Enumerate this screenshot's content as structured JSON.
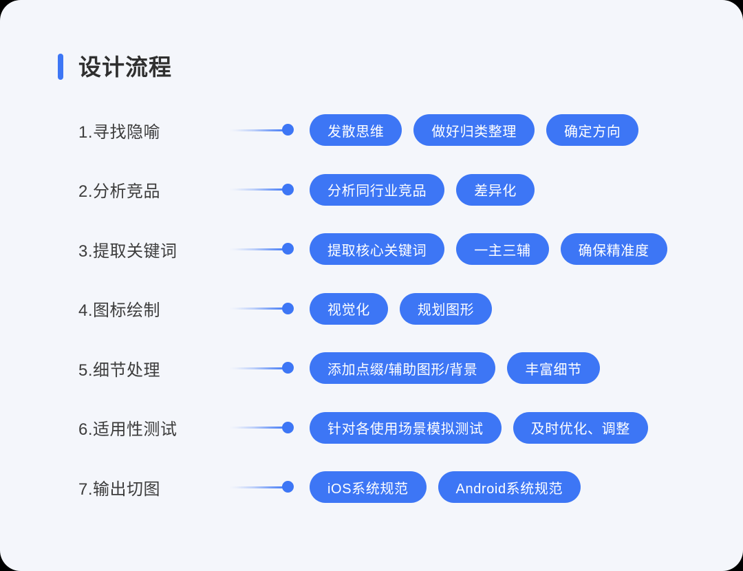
{
  "header": {
    "title": "设计流程",
    "accent_color": "#3d76f5"
  },
  "theme": {
    "card_background": "#f4f6fb",
    "pill_background": "#3d76f5",
    "pill_text": "#ffffff",
    "step_text": "#3c3c3c",
    "connector_color": "#3d76f5"
  },
  "steps": [
    {
      "label": "1.寻找隐喻",
      "tags": [
        "发散思维",
        "做好归类整理",
        "确定方向"
      ]
    },
    {
      "label": "2.分析竞品",
      "tags": [
        "分析同行业竞品",
        "差异化"
      ]
    },
    {
      "label": "3.提取关键词",
      "tags": [
        "提取核心关键词",
        "一主三辅",
        "确保精准度"
      ]
    },
    {
      "label": "4.图标绘制",
      "tags": [
        "视觉化",
        "规划图形"
      ]
    },
    {
      "label": "5.细节处理",
      "tags": [
        "添加点缀/辅助图形/背景",
        "丰富细节"
      ]
    },
    {
      "label": "6.适用性测试",
      "tags": [
        "针对各使用场景模拟测试",
        "及时优化、调整"
      ]
    },
    {
      "label": "7.输出切图",
      "tags": [
        "iOS系统规范",
        "Android系统规范"
      ]
    }
  ]
}
